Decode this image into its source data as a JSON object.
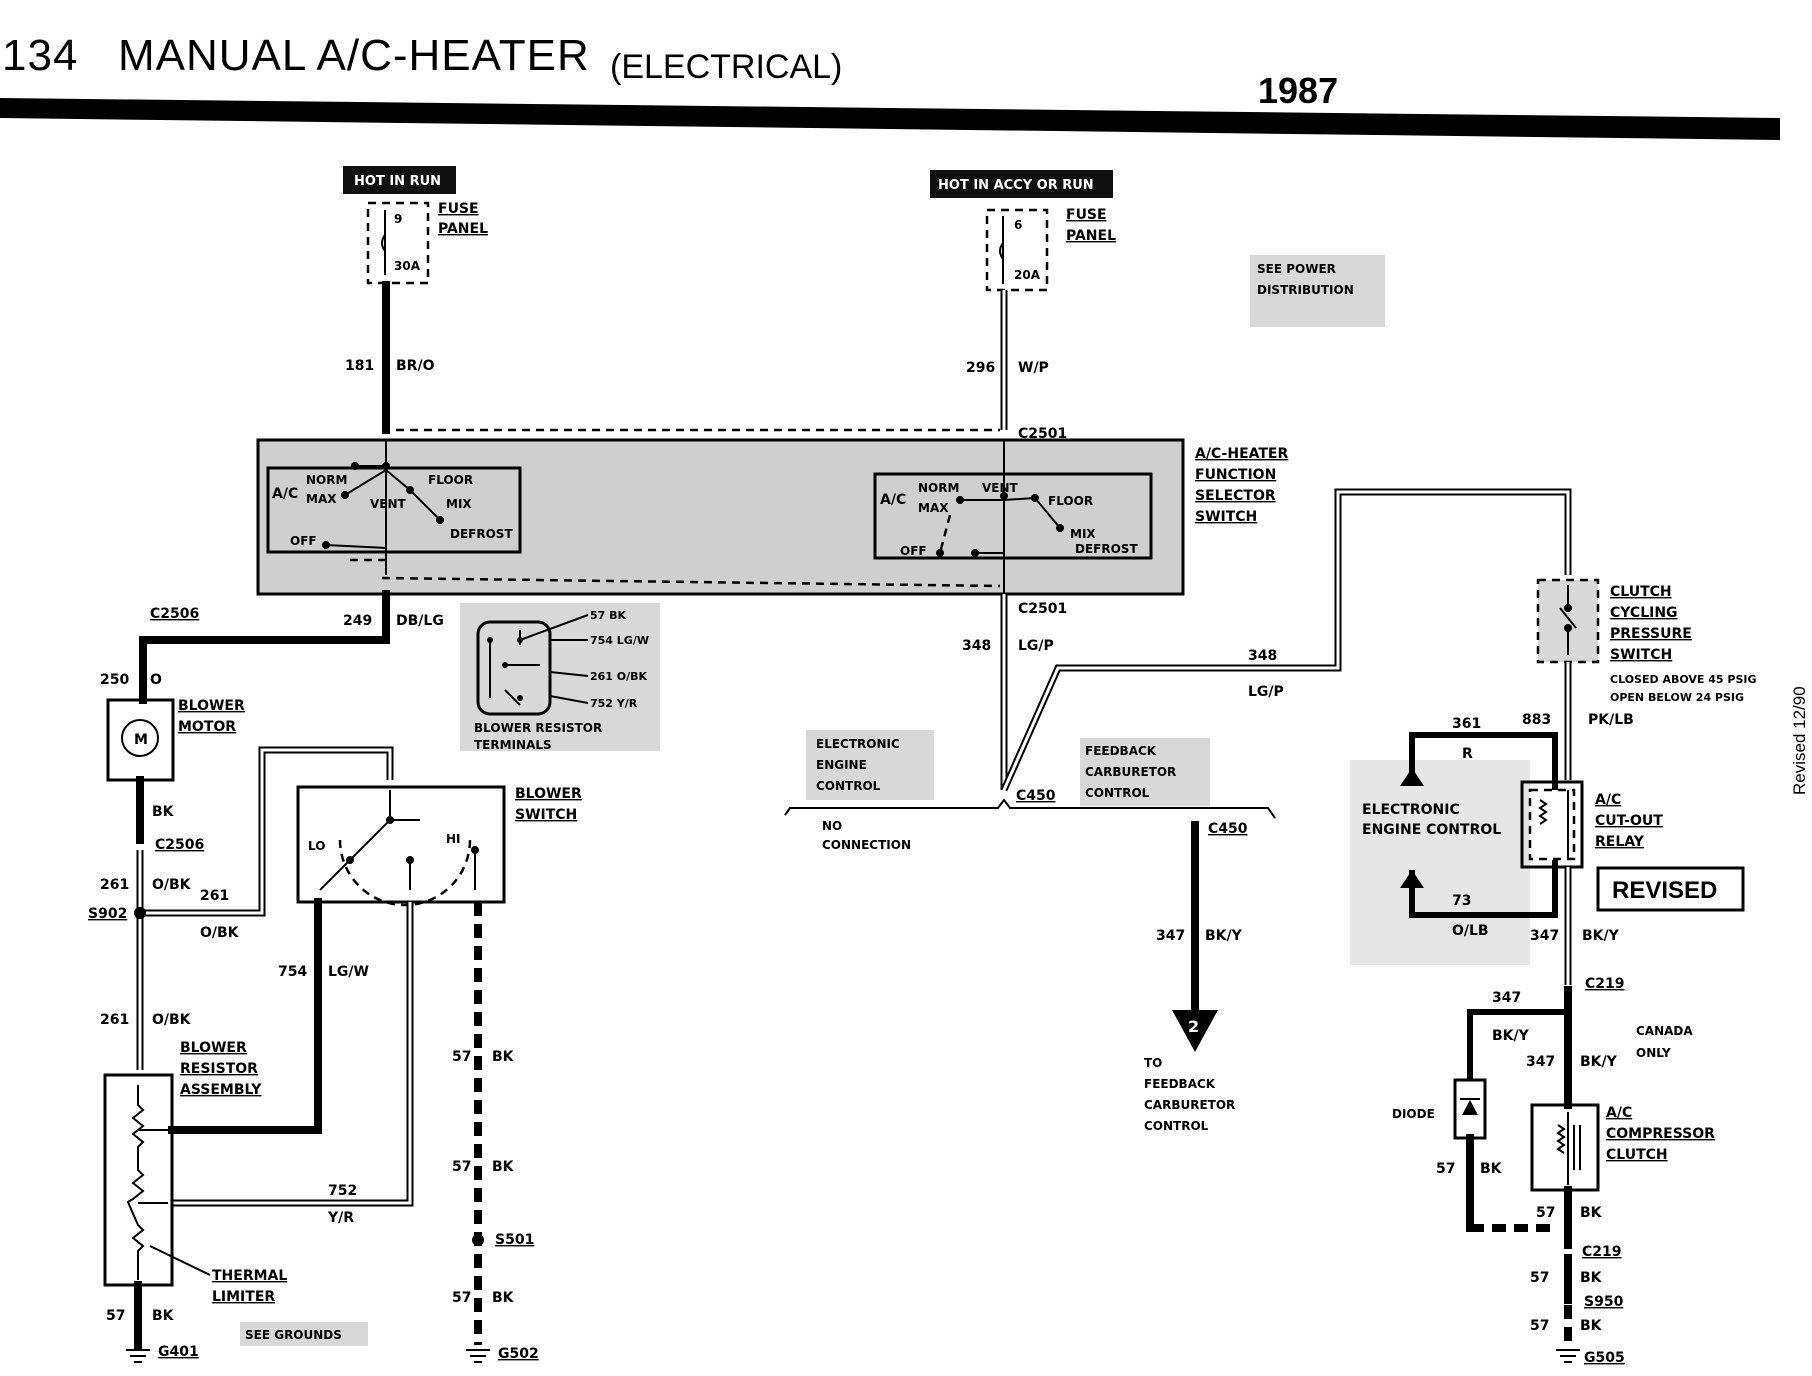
{
  "header": {
    "page_number": "134",
    "title": "MANUAL A/C-HEATER",
    "subtitle": "(ELECTRICAL)",
    "year": "1987"
  },
  "side_note": "Revised 12/90",
  "power": {
    "hot_in_run": "HOT IN RUN",
    "hot_in_accy": "HOT IN ACCY OR RUN",
    "fuse9_num": "9",
    "fuse9_amp": "30A",
    "fuse6_num": "6",
    "fuse6_amp": "20A",
    "fuse_panel": [
      "FUSE",
      "PANEL"
    ],
    "see_power": [
      "SEE POWER",
      "DISTRIBUTION"
    ]
  },
  "wires": {
    "w181": "181",
    "w181_color": "BR/O",
    "w296": "296",
    "w296_color": "W/P",
    "w249": "249",
    "w249_color": "DB/LG",
    "w250": "250",
    "w250_color": "O",
    "w348a": "348",
    "w348a_color": "LG/P",
    "w348b": "348",
    "w348b_color": "LG/P",
    "bk": "BK",
    "w261a": "261",
    "w261a_color": "O/BK",
    "w261b": "261",
    "w261b_color": "O/BK",
    "w261c": "261",
    "w261c_color": "O/BK",
    "w754": "754",
    "w754_color": "LG/W",
    "w752": "752",
    "w752_color": "Y/R",
    "w57": "57",
    "w347a": "347",
    "w347a_color": "BK/Y",
    "w347b": "347",
    "w347b_color": "BK/Y",
    "w347c": "347",
    "w347c_color": "BK/Y",
    "w347d": "347",
    "w347d_color": "BK/Y",
    "w883": "883",
    "w883_color": "PK/LB",
    "w361": "361",
    "w361_color": "R",
    "w73": "73",
    "w73_color": "O/LB"
  },
  "connectors": {
    "c2501_top": "C2501",
    "c2501_bot": "C2501",
    "c2506_top": "C2506",
    "c2506_bot": "C2506",
    "s902": "S902",
    "c450_left": "C450",
    "c450_right": "C450",
    "c219_top": "C219",
    "c219_bot": "C219",
    "s501": "S501",
    "s950": "S950",
    "g401": "G401",
    "g502": "G502",
    "g505": "G505"
  },
  "switch": {
    "name": [
      "A/C-HEATER",
      "FUNCTION",
      "SELECTOR",
      "SWITCH"
    ],
    "ac": "A/C",
    "norm": "NORM",
    "max": "MAX",
    "vent": "VENT",
    "floor": "FLOOR",
    "mix": "MIX",
    "defrost": "DEFROST",
    "off": "OFF"
  },
  "blower_resistor_terminals": {
    "t57": "57 BK",
    "t754": "754 LG/W",
    "t261": "261 O/BK",
    "t752": "752 Y/R",
    "caption": [
      "BLOWER RESISTOR",
      "TERMINALS"
    ]
  },
  "components": {
    "blower_motor": [
      "BLOWER",
      "MOTOR"
    ],
    "motor_symbol": "M",
    "blower_switch": [
      "BLOWER",
      "SWITCH"
    ],
    "lo": "LO",
    "hi": "HI",
    "blower_resistor": [
      "BLOWER",
      "RESISTOR",
      "ASSEMBLY"
    ],
    "thermal_limiter": [
      "THERMAL",
      "LIMITER"
    ],
    "see_grounds": "SEE GROUNDS",
    "eec_box": [
      "ELECTRONIC",
      "ENGINE",
      "CONTROL"
    ],
    "fbc_box": [
      "FEEDBACK",
      "CARBURETOR",
      "CONTROL"
    ],
    "no_connection": [
      "NO",
      "CONNECTION"
    ],
    "ref_number": "2",
    "to_fbc": [
      "TO",
      "FEEDBACK",
      "CARBURETOR",
      "CONTROL"
    ],
    "clutch_switch": [
      "CLUTCH",
      "CYCLING",
      "PRESSURE",
      "SWITCH"
    ],
    "clutch_note": [
      "CLOSED ABOVE 45 PSIG",
      "OPEN BELOW 24 PSIG"
    ],
    "eec_right": [
      "ELECTRONIC",
      "ENGINE CONTROL"
    ],
    "relay": [
      "A/C",
      "CUT-OUT",
      "RELAY"
    ],
    "revised": "REVISED",
    "canada": [
      "CANADA",
      "ONLY"
    ],
    "diode": "DIODE",
    "compressor": [
      "A/C",
      "COMPRESSOR",
      "CLUTCH"
    ]
  }
}
